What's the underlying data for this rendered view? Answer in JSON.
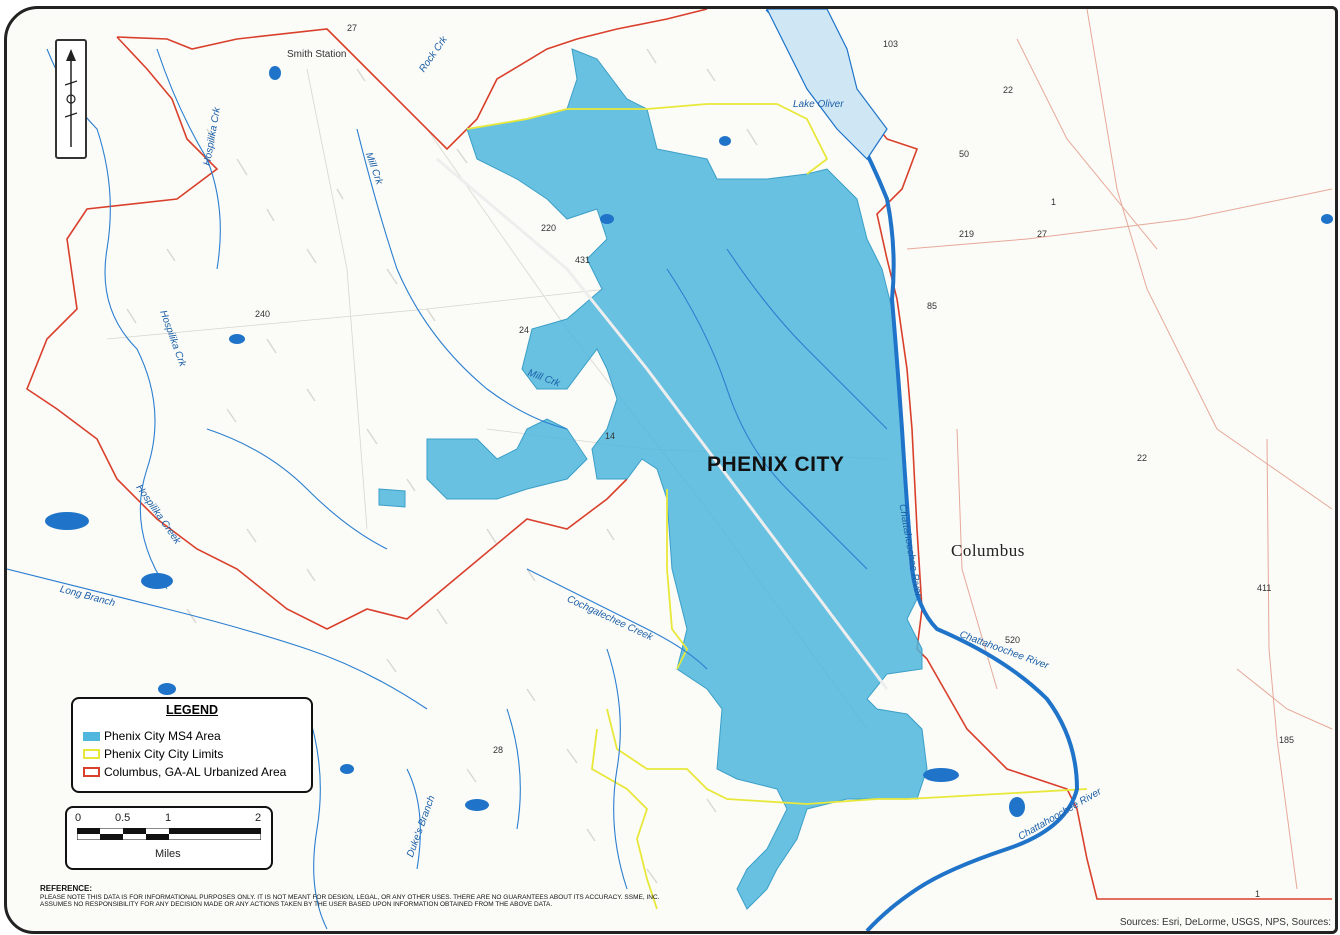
{
  "map": {
    "city_label": "PHENIX CITY",
    "neighbor_label": "Columbus",
    "sources": "Sources: Esri, DeLorme, USGS, NPS, Sources:",
    "road_labels": [
      "103",
      "22",
      "219",
      "27",
      "1",
      "85",
      "22",
      "411",
      "185",
      "220",
      "431",
      "240",
      "24",
      "14",
      "520",
      "28",
      "1",
      "50",
      "27"
    ],
    "water_labels": [
      "Hospilika Crk",
      "Mill Crk",
      "Rock Crk",
      "Hospilika Crk",
      "Hospilika Creek",
      "Long Branch",
      "Mill Crk",
      "Cochgalechee Creek",
      "Chattahoochee River",
      "Chattahoochee River",
      "Chattahoochee River",
      "Duke's Branch",
      "Lake Oliver",
      "Smith Station"
    ]
  },
  "legend": {
    "title": "LEGEND",
    "items": [
      {
        "label": "Phenix City MS4 Area",
        "color": "#4fb6dd"
      },
      {
        "label": "Phenix City City Limits",
        "color": "#e8e83a"
      },
      {
        "label": "Columbus, GA-AL Urbanized Area",
        "color": "#d9402c"
      }
    ]
  },
  "scale": {
    "ticks": [
      "0",
      "0.5",
      "1",
      "2"
    ],
    "unit": "Miles"
  },
  "reference": {
    "heading": "REFERENCE:",
    "text": "PLEASE NOTE THIS DATA IS FOR INFORMATIONAL PURPOSES ONLY. IT IS NOT MEANT FOR DESIGN, LEGAL, OR ANY OTHER USES. THERE ARE NO GUARANTEES ABOUT ITS ACCURACY. SSME, INC. ASSUMES NO RESPONSIBILITY FOR ANY DECISION MADE OR ANY ACTIONS TAKEN BY THE USER BASED UPON INFORMATION OBTAINED FROM THE ABOVE DATA."
  },
  "colors": {
    "ms4_fill": "#4fb6dd",
    "city_limits": "#e8e83a",
    "urbanized": "#d9402c",
    "water": "#1f74c9"
  }
}
